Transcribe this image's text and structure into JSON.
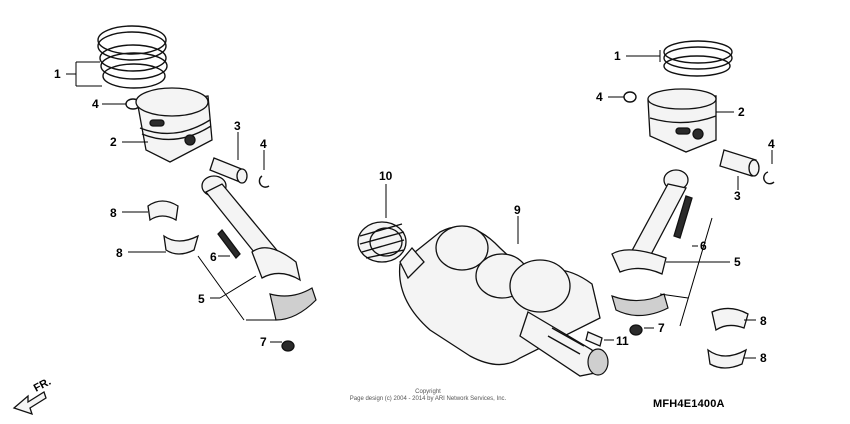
{
  "diagram": {
    "code": "MFH4E1400A",
    "direction_label": "FR.",
    "copyright_line1": "Copyright",
    "copyright_line2": "Page design (c) 2004 - 2014 by ARI Network Services, Inc.",
    "callouts": {
      "c1_left": "1",
      "c4_left_a": "4",
      "c2_left": "2",
      "c3_left": "3",
      "c4_left_b": "4",
      "c8_left_a": "8",
      "c8_left_b": "8",
      "c6_left": "6",
      "c5_left": "5",
      "c7_left": "7",
      "c10": "10",
      "c9": "9",
      "c11": "11",
      "c1_right": "1",
      "c4_right_a": "4",
      "c2_right": "2",
      "c4_right_b": "4",
      "c3_right": "3",
      "c6_right": "6",
      "c5_right": "5",
      "c7_right": "7",
      "c8_right_a": "8",
      "c8_right_b": "8"
    }
  }
}
